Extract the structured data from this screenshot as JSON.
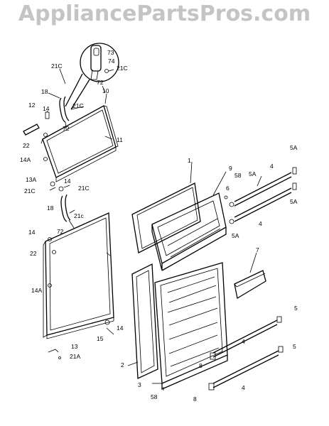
{
  "watermark": "AppliancePartsPros.com",
  "labels": {
    "l73": "73",
    "l74": "74",
    "l21c_top_a": "21C",
    "l21c_top_b": "21C",
    "l72_inset": "72",
    "l10": "10",
    "l18_top": "18",
    "l12": "12",
    "l14_top": "14",
    "l21c_mid": "21C",
    "l72_top": "72",
    "l22_top": "22",
    "l11": "11",
    "l14a_top": "14A",
    "l13a": "13A",
    "l21c_left": "21C",
    "l14_mid": "14",
    "l21c_lower": "21C",
    "l18_low": "18",
    "l21c_small": "21c",
    "l72_low": "72",
    "l14_low": "14",
    "l22_low": "22",
    "l14a_low": "14A",
    "l14_bottom": "14",
    "l15": "15",
    "l13": "13",
    "l21a": "21A",
    "l1": "1",
    "l9": "9",
    "l58_top": "58",
    "l6": "6",
    "l5a_top_right": "5A",
    "l4_top": "4",
    "l5a_a": "5A",
    "l5a_b": "5A",
    "l5a_c": "5A",
    "l4_mid": "4",
    "l7": "7",
    "l5_top": "5",
    "l4_low": "4",
    "l5_mid": "5",
    "l8_a": "8",
    "l4_bottom": "4",
    "l8_b": "8",
    "l2": "2",
    "l3": "3",
    "l58_bottom": "58"
  }
}
